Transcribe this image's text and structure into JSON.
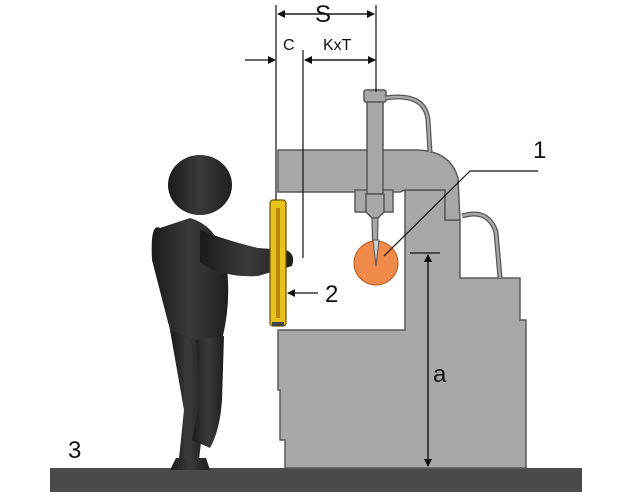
{
  "labels": {
    "dim_s": "S",
    "dim_c": "C",
    "dim_kxt": "KxT",
    "dim_a": "a",
    "callout_1": "1",
    "callout_2": "2",
    "callout_3": "3"
  },
  "colors": {
    "machine": "#a8a8a8",
    "machine_edge": "#555555",
    "floor": "#4a4a4a",
    "person": "#2b2b2b",
    "light_curtain": "#e8c21c",
    "hazard_zone": "#f08a4b",
    "line": "#111111"
  },
  "icons": {
    "operator": "person-silhouette-icon",
    "light_curtain": "light-curtain-icon",
    "hazard": "hazard-zone-icon",
    "machine": "press-machine-icon"
  }
}
